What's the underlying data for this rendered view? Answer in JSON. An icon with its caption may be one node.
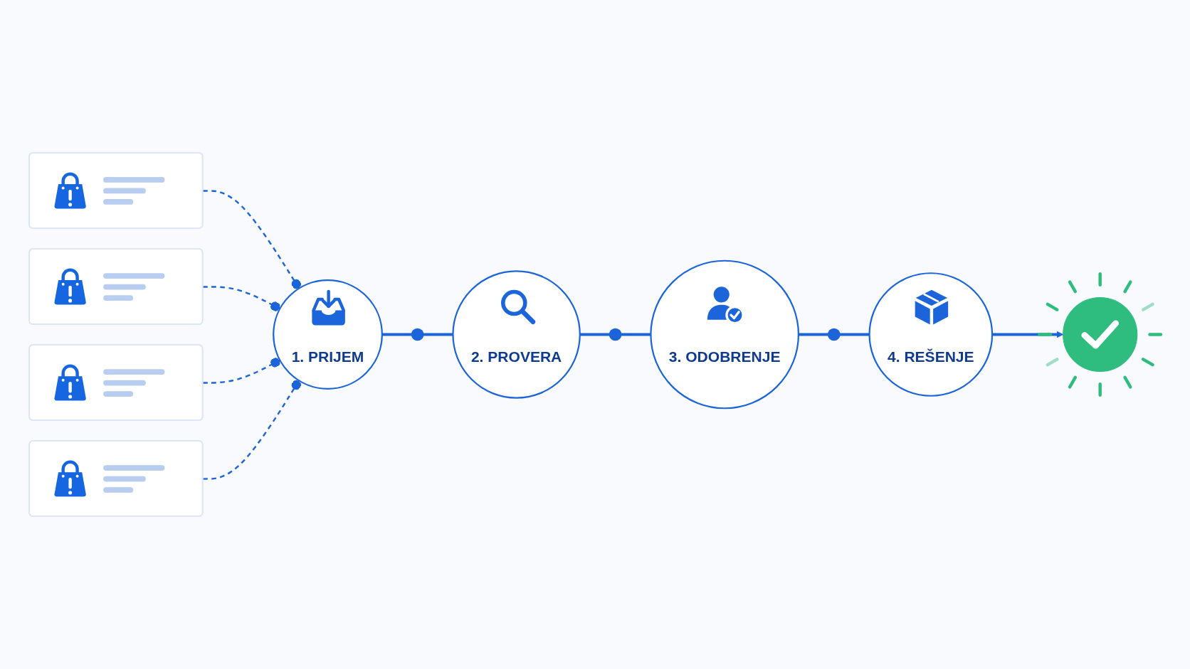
{
  "diagram": {
    "nodes": [
      {
        "text": [],
        "shape": "box"
      },
      {
        "text": [],
        "shape": "box"
      },
      {
        "text": [],
        "shape": "box"
      },
      {
        "text": [],
        "shape": "box"
      },
      {
        "text": [
          "1. PRIJEM"
        ]
      },
      {
        "text": [
          "2. PROVERA"
        ]
      },
      {
        "text": [
          "3. ODOBRENJE"
        ]
      },
      {
        "text": [
          "4. REŠENJE"
        ]
      },
      {
        "text": [],
        "shape": "circle"
      }
    ],
    "edges": [
      {
        "from": 0,
        "to": 4,
        "arrow": "other",
        "style": "dashed"
      },
      {
        "from": 1,
        "to": 4,
        "arrow": "other",
        "style": "dashed"
      },
      {
        "from": 2,
        "to": 4,
        "arrow": "other",
        "style": "dashed"
      },
      {
        "from": 3,
        "to": 4,
        "arrow": "other",
        "style": "dashed"
      },
      {
        "from": 4,
        "to": 5,
        "arrow": "none"
      },
      {
        "from": 5,
        "to": 6,
        "arrow": "none"
      },
      {
        "from": 6,
        "to": 7,
        "arrow": "none"
      },
      {
        "from": 7,
        "to": 8,
        "arrow": "to"
      }
    ]
  }
}
